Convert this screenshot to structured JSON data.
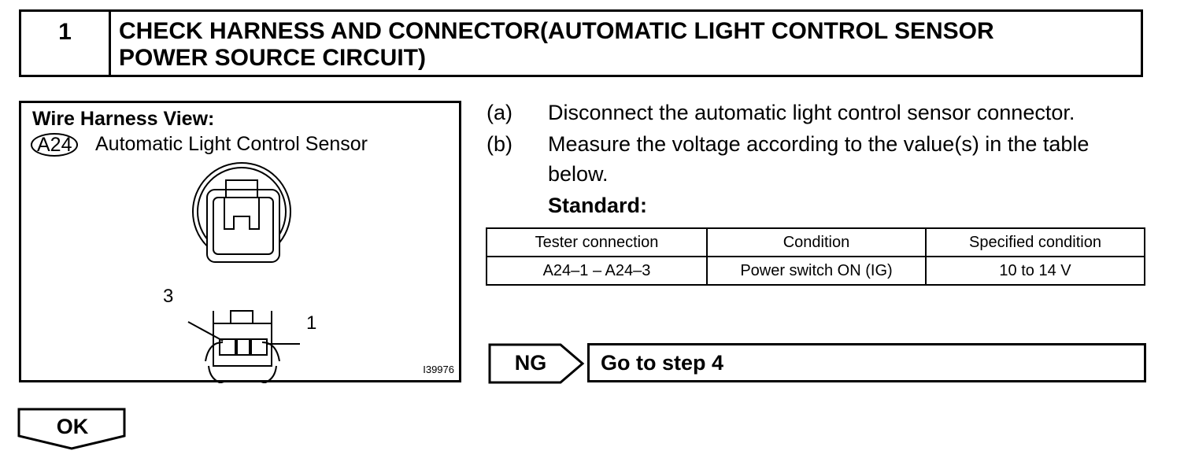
{
  "header": {
    "step_number": "1",
    "title_line1": "CHECK HARNESS AND CONNECTOR(AUTOMATIC LIGHT CONTROL SENSOR",
    "title_line2": "POWER SOURCE CIRCUIT)"
  },
  "figure": {
    "title": "Wire Harness View:",
    "connector_code": "A24",
    "connector_name": "Automatic Light Control Sensor",
    "pin_labels": [
      "3",
      "1"
    ],
    "figure_id": "I39976"
  },
  "steps": [
    {
      "marker": "(a)",
      "text": "Disconnect the automatic light control sensor connector."
    },
    {
      "marker": "(b)",
      "text_line1": "Measure the voltage according to the value(s) in the table",
      "text_line2": "below."
    }
  ],
  "standard_label": "Standard:",
  "table": {
    "headers": [
      "Tester connection",
      "Condition",
      "Specified condition"
    ],
    "rows": [
      [
        "A24–1 – A24–3",
        "Power switch ON (IG)",
        "10 to 14 V"
      ]
    ]
  },
  "result_ng": {
    "label": "NG",
    "action": "Go to step 4"
  },
  "result_ok": {
    "label": "OK"
  }
}
